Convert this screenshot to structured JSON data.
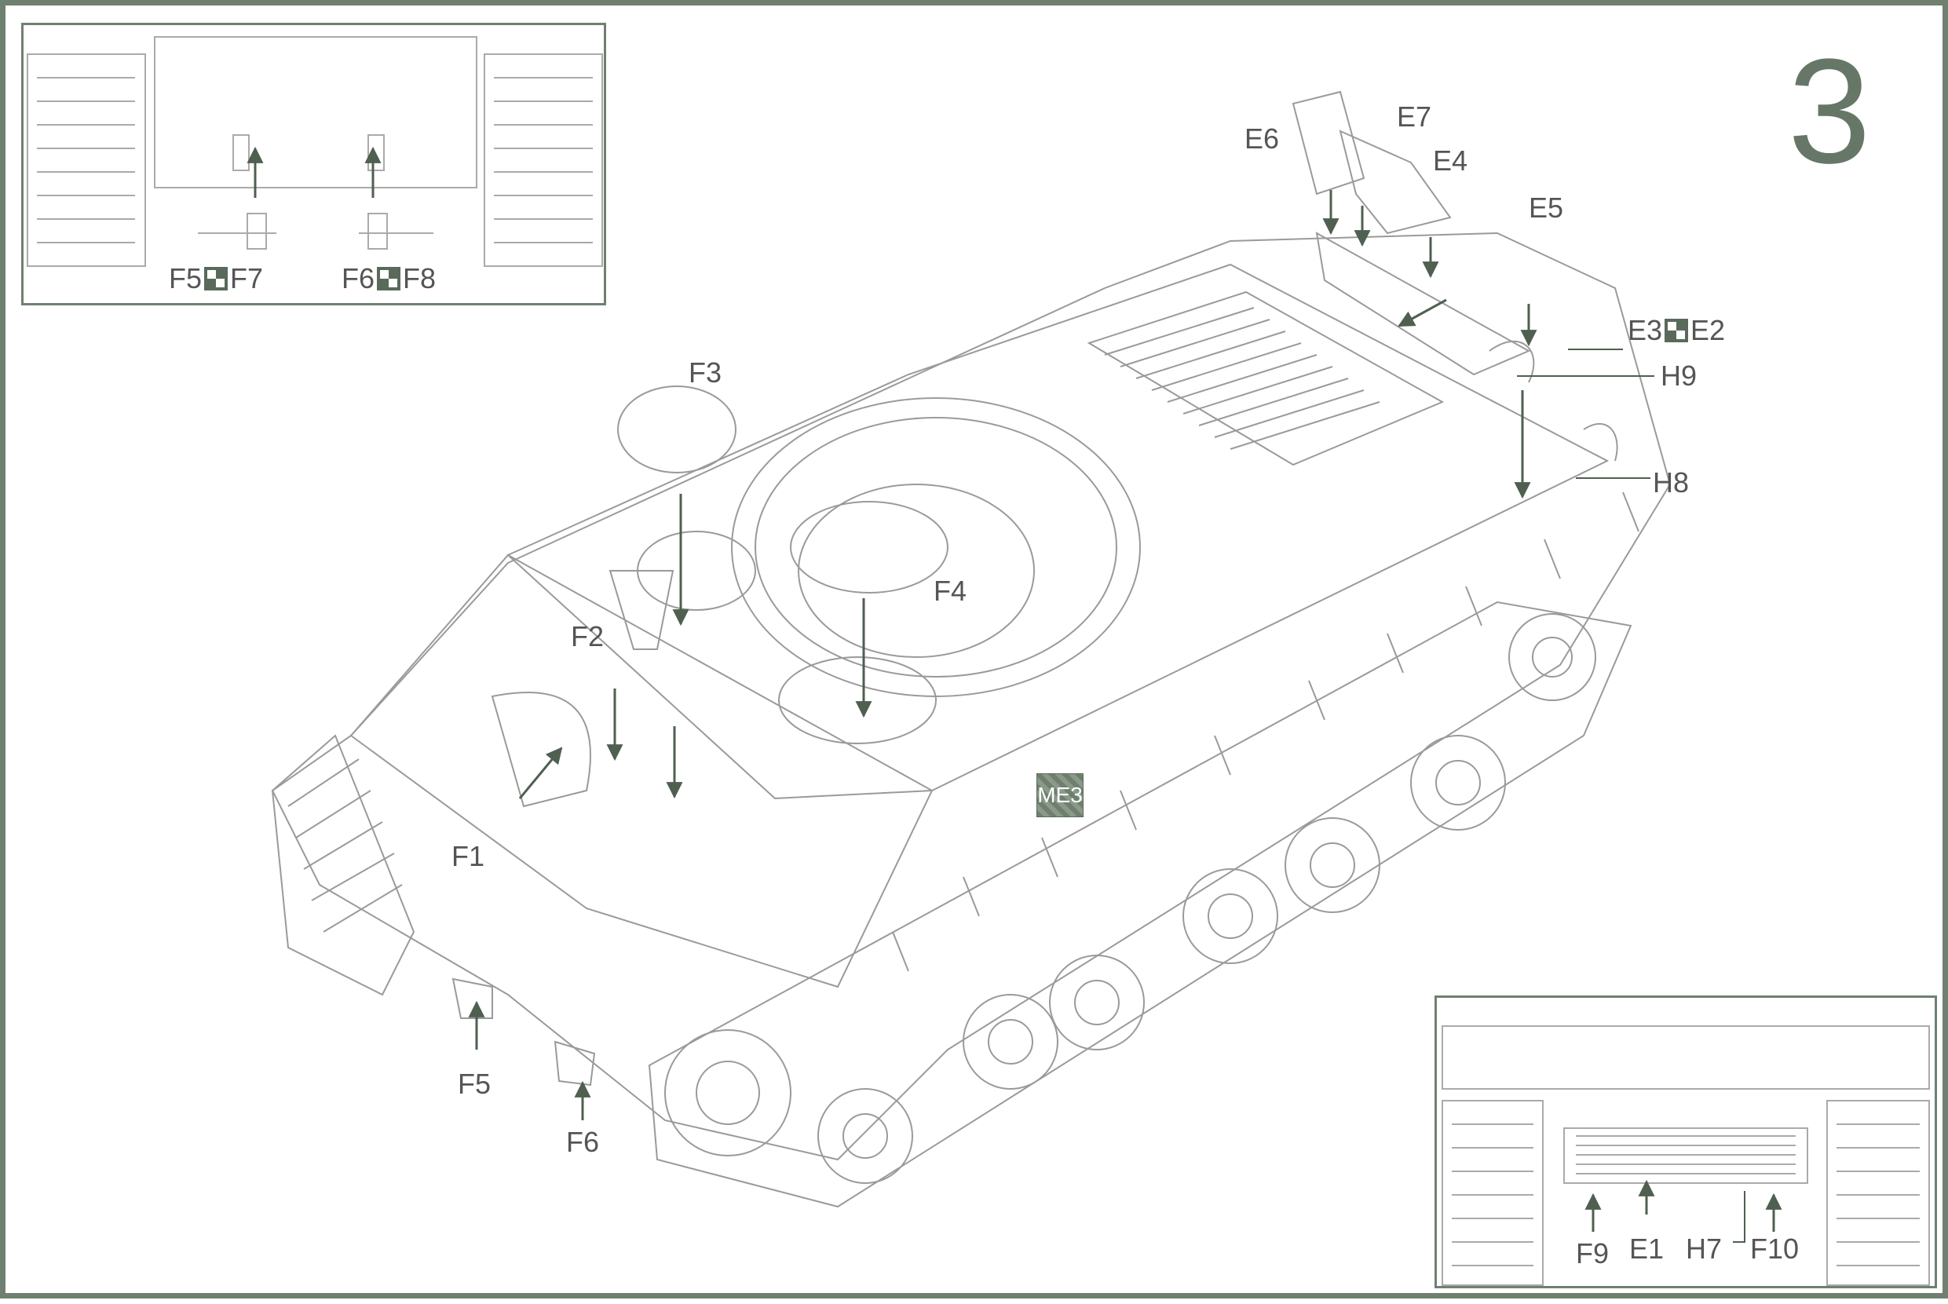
{
  "step": {
    "number": "3"
  },
  "callouts": {
    "E6": "E6",
    "E7": "E7",
    "E4": "E4",
    "E5": "E5",
    "E3": "E3",
    "E2": "E2",
    "H9": "H9",
    "H8": "H8",
    "F3": "F3",
    "F4": "F4",
    "F2": "F2",
    "F1": "F1",
    "F5": "F5",
    "F6": "F6"
  },
  "inset_top": {
    "left_pair": {
      "a": "F5",
      "b": "F7"
    },
    "right_pair": {
      "a": "F6",
      "b": "F8"
    }
  },
  "inset_bottom": {
    "F9": "F9",
    "E1": "E1",
    "H7": "H7",
    "F10": "F10"
  },
  "paint_marker": {
    "code": "ME3"
  },
  "colors": {
    "frame": "#6f8070",
    "line": "#9a9a9a",
    "arrow": "#4f5f50",
    "marker": "#6e7f6e"
  }
}
